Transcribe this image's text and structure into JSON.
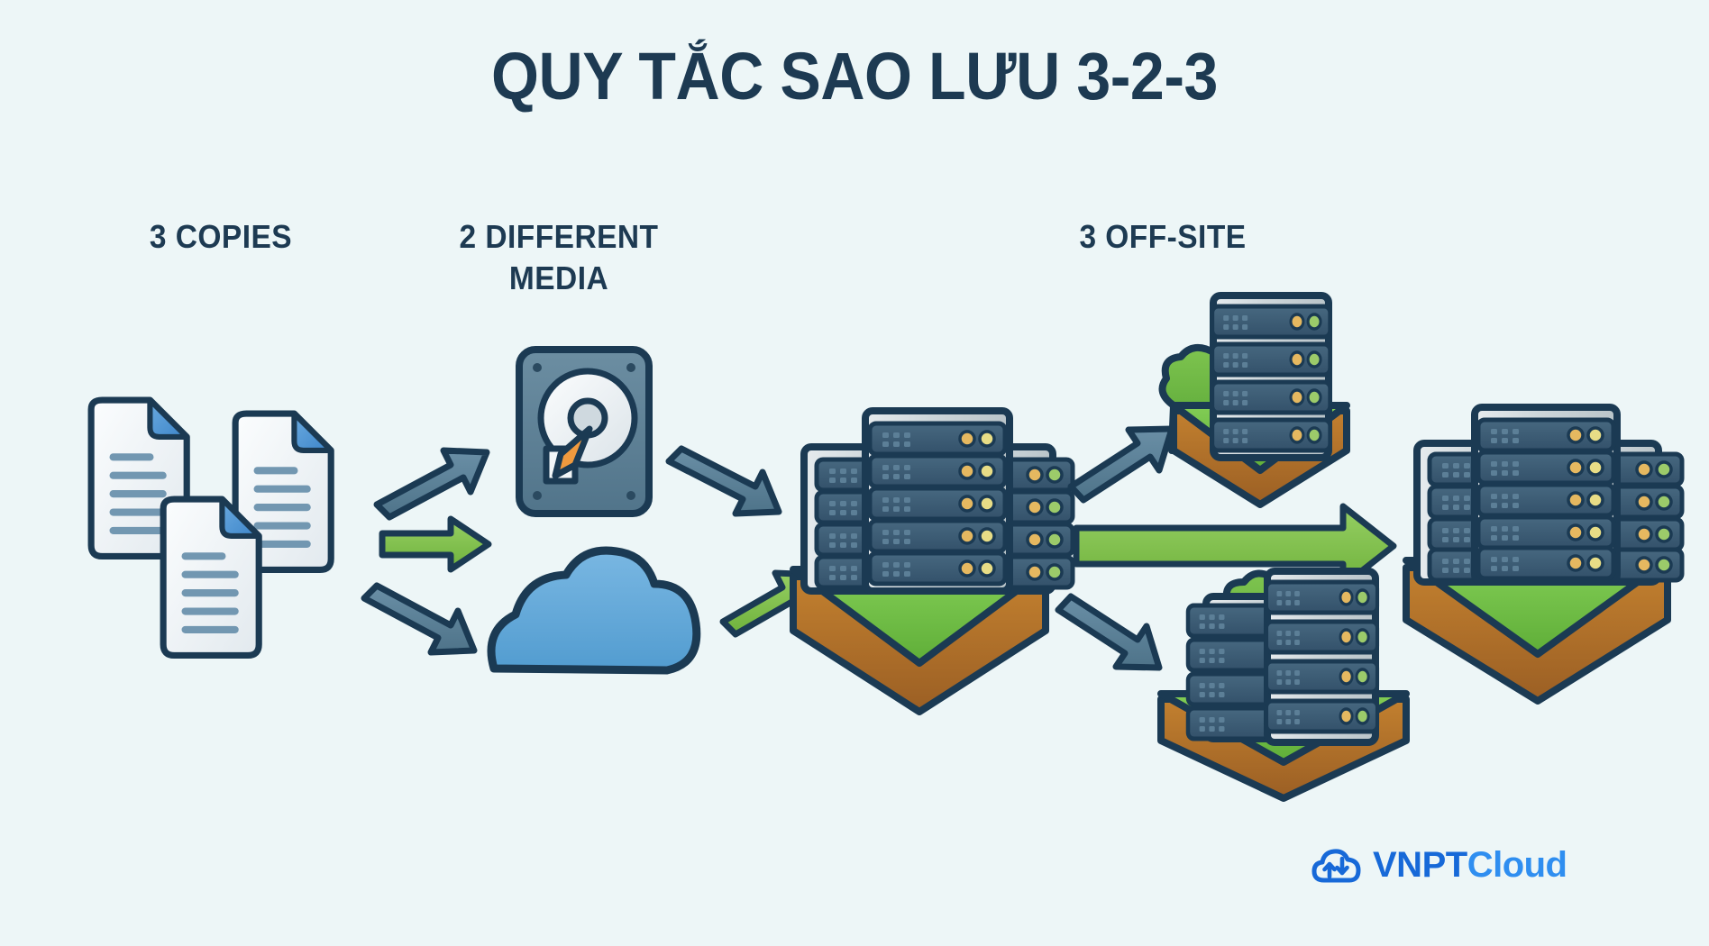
{
  "page": {
    "background_color": "#edf6f7",
    "title": "QUY TẮC SAO LƯU 3-2-3"
  },
  "sections": [
    {
      "id": "copies",
      "label": "3 COPIES"
    },
    {
      "id": "media",
      "label": "2 DIFFERENT\nMEDIA"
    },
    {
      "id": "offsite",
      "label": "3 OFF-SITE"
    }
  ],
  "labels": {
    "copies": "3 COPIES",
    "media_line1": "2 DIFFERENT",
    "media_line2": "MEDIA",
    "offsite": "3 OFF-SITE"
  },
  "logo": {
    "brand": "VNPT",
    "product": "Cloud",
    "icon": "cloud-sync-icon",
    "brand_color": "#1769d8",
    "product_color": "#2f8ef0"
  },
  "palette": {
    "ink": "#1d3a52",
    "outline": "#1b3a53",
    "paper": "#eef2f5",
    "paper_line": "#6d93ae",
    "fold_blue": "#4d95d6",
    "drive_body": "#5d7f94",
    "drive_platter": "#e9eef1",
    "drive_arm": "#f09a3e",
    "cloud_blue": "#63a9da",
    "rack_frame": "#d5dce0",
    "rack_unit": "#3b5a70",
    "led_amber": "#e5b860",
    "led_green": "#9ccb6a",
    "grass": "#6fbf44",
    "soil": "#b5732e",
    "arrow_blue": "#5c7f96",
    "arrow_green": "#80bf4b"
  },
  "icons": {
    "documents": {
      "name": "document-stack-icon",
      "count": 3
    },
    "hard_drive": {
      "name": "hard-disk-drive-icon"
    },
    "cloud": {
      "name": "cloud-storage-icon"
    },
    "datacenter_main": {
      "name": "datacenter-primary-icon",
      "racks": 3
    },
    "offsite_top": {
      "name": "offsite-server-top-icon",
      "racks": 1
    },
    "offsite_bottom": {
      "name": "offsite-server-bottom-icon",
      "racks": 2
    },
    "datacenter_final": {
      "name": "datacenter-final-icon",
      "racks": 3
    }
  },
  "arrows": [
    {
      "name": "arrow-docs-to-drive",
      "color": "#5c7f96",
      "direction": "up-right"
    },
    {
      "name": "arrow-docs-to-middle",
      "color": "#80bf4b",
      "direction": "right"
    },
    {
      "name": "arrow-docs-to-cloud",
      "color": "#5c7f96",
      "direction": "down-right"
    },
    {
      "name": "arrow-drive-to-center",
      "color": "#5c7f96",
      "direction": "down-right"
    },
    {
      "name": "arrow-cloud-to-center",
      "color": "#80bf4b",
      "direction": "up-right"
    },
    {
      "name": "arrow-center-to-offsite-top",
      "color": "#5c7f96",
      "direction": "up-right"
    },
    {
      "name": "arrow-center-to-offsite-bottom",
      "color": "#5c7f96",
      "direction": "down-right"
    },
    {
      "name": "arrow-center-to-final",
      "color": "#80bf4b",
      "direction": "right"
    }
  ]
}
